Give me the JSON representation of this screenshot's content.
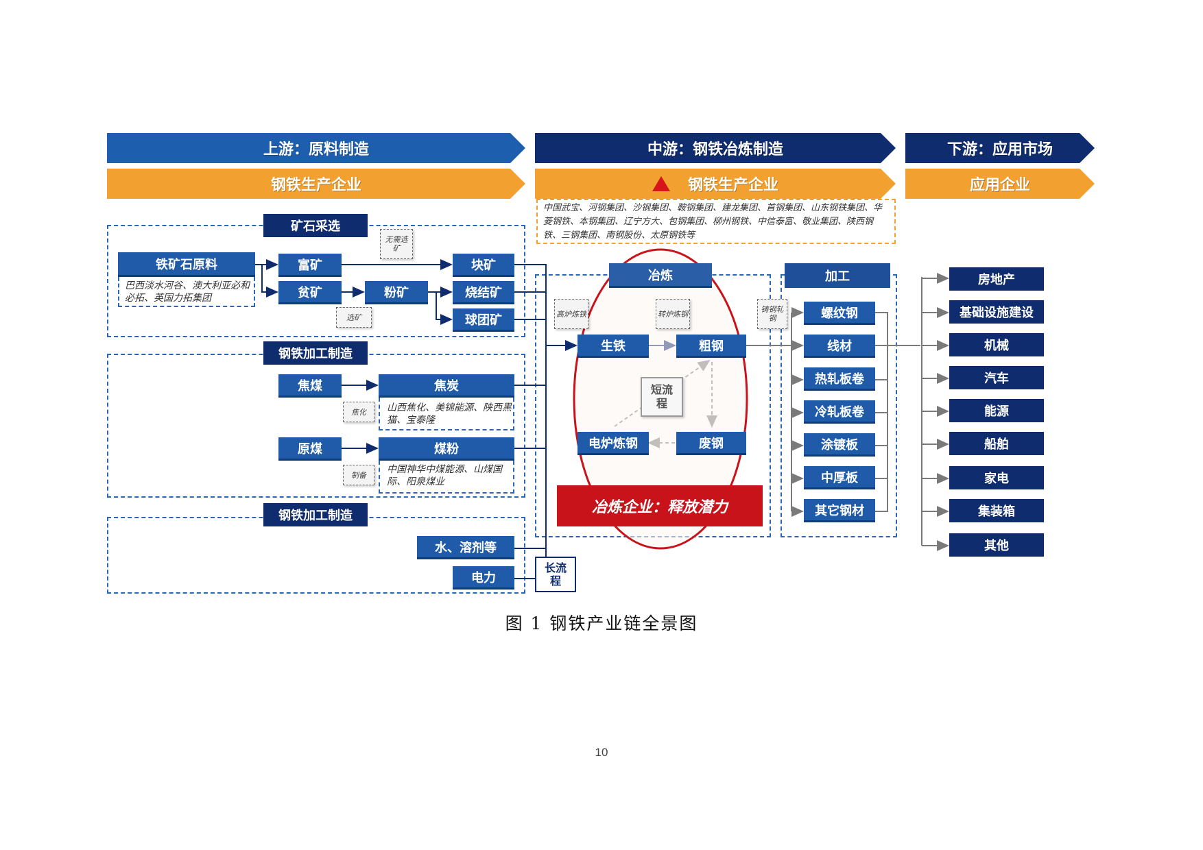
{
  "banners": {
    "upstream_title": "上游：原料制造",
    "upstream_sub": "钢铁生产企业",
    "midstream_title": "中游：钢铁冶炼制造",
    "midstream_sub": "钢铁生产企业",
    "downstream_title": "下游：应用市场",
    "downstream_sub": "应用企业"
  },
  "midstream_companies": "中国武宝、河钢集团、沙钢集团、鞍钢集团、建龙集团、首钢集团、山东钢铁集团、华菱钢铁、本钢集团、辽宁方大、包钢集团、柳州钢铁、中信泰富、敬业集团、陕西钢铁、三钢集团、南钢股份、太原钢铁等",
  "upstream": {
    "ore_section": "矿石采选",
    "iron_ore": "铁矿石原料",
    "iron_ore_note": "巴西淡水河谷、澳大利亚必和必拓、英国力拓集团",
    "rich_ore": "富矿",
    "lean_ore": "贫矿",
    "no_dressing": "无需选矿",
    "powder_ore": "粉矿",
    "dressing": "选矿",
    "lump_ore": "块矿",
    "sinter_ore": "烧结矿",
    "pellet_ore": "球团矿",
    "processing_section_1": "钢铁加工制造",
    "coking_coal": "焦煤",
    "coke": "焦炭",
    "coking": "焦化",
    "coke_note": "山西焦化、美锦能源、陕西黑猫、宝泰隆",
    "raw_coal": "原煤",
    "coal_powder": "煤粉",
    "prepare": "制备",
    "coal_note": "中国神华中煤能源、山煤国际、阳泉煤业",
    "processing_section_2": "钢铁加工制造",
    "water": "水、溶剂等",
    "power": "电力",
    "long_process": "长流程"
  },
  "smelting": {
    "title": "冶炼",
    "blast_furnace": "高炉炼铁",
    "converter": "转炉炼钢",
    "pig_iron": "生铁",
    "crude_steel": "粗钢",
    "short_process": "短流程",
    "eaf": "电炉炼钢",
    "scrap": "废钢",
    "highlight": "冶炼企业：释放潜力",
    "casting": "铸钢轧钢"
  },
  "processing": {
    "title": "加工",
    "products": [
      "螺纹钢",
      "线材",
      "热轧板卷",
      "冷轧板卷",
      "涂镀板",
      "中厚板",
      "其它钢材"
    ]
  },
  "downstream": {
    "markets": [
      "房地产",
      "基础设施建设",
      "机械",
      "汽车",
      "能源",
      "船舶",
      "家电",
      "集装箱",
      "其他"
    ]
  },
  "caption": "图 1 钢铁产业链全景图",
  "page_number": "10",
  "colors": {
    "blue_box": "#1f5ba8",
    "navy": "#0f2c6e",
    "orange": "#f2a030",
    "red_highlight": "#c8131b",
    "dashed_border": "#2a66b5"
  }
}
